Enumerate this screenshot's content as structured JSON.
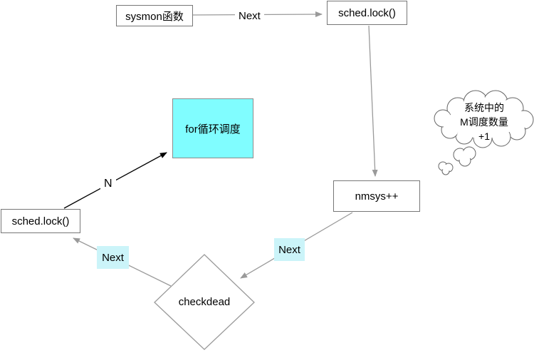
{
  "nodes": {
    "sysmon": {
      "label": "sysmon函数"
    },
    "sched_lock_top": {
      "label": "sched.lock()"
    },
    "nmsys": {
      "label": "nmsys++"
    },
    "for_loop": {
      "label": "for循环调度"
    },
    "checkdead": {
      "label": "checkdead"
    },
    "sched_lock_left": {
      "label": "sched.lock()"
    }
  },
  "edge_labels": {
    "next_top": "Next",
    "next_right": "Next",
    "next_left": "Next",
    "n_branch": "N"
  },
  "cloud": {
    "line1": "系统中的",
    "line2": "M调度数量",
    "line3": "+1"
  },
  "colors": {
    "node_fill": "#ffffff",
    "node_border": "#777777",
    "cyan_node_fill": "#80fdff",
    "label_cyan_bg": "#cbf4f9",
    "edge_gray": "#9a9a9a",
    "edge_black": "#000000",
    "cloud_stroke": "#666666"
  }
}
